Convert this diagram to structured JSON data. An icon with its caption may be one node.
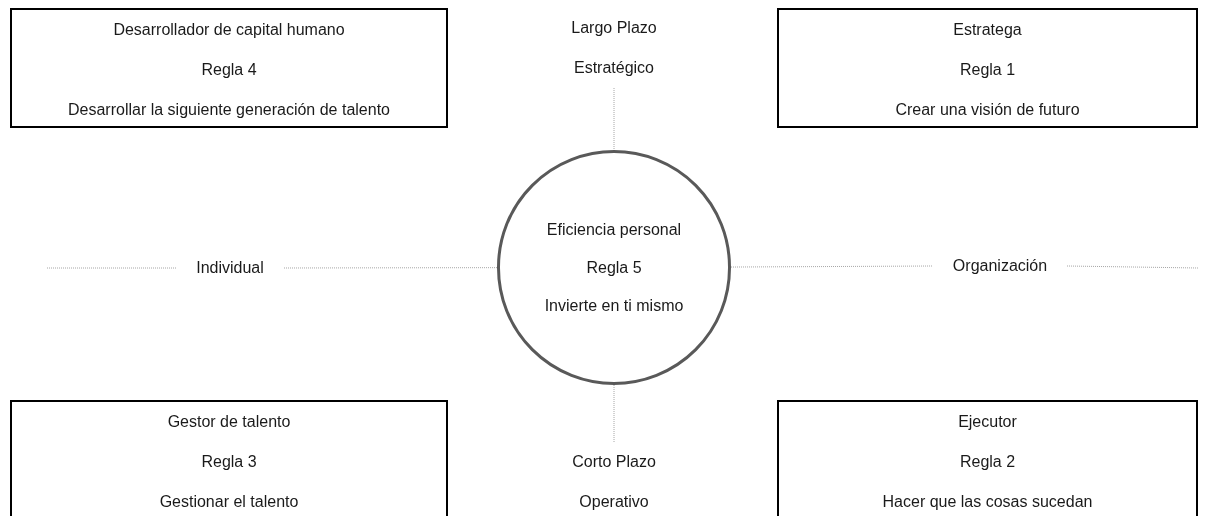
{
  "diagram": {
    "nodes": [
      {
        "text": [
          "Desarrollador de capital humano",
          "Regla 4",
          "Desarrollar la siguiente generación de talento"
        ]
      },
      {
        "text": [
          "Largo Plazo",
          "Estratégico"
        ]
      },
      {
        "text": [
          "Estratega",
          "Regla 1",
          "Crear una visión de futuro"
        ]
      },
      {
        "text": [
          "Individual"
        ]
      },
      {
        "text": [
          "Eficiencia personal",
          "Regla 5",
          "Invierte en ti mismo"
        ]
      },
      {
        "text": [
          "Organización"
        ]
      },
      {
        "text": [
          "Gestor de talento",
          "Regla 3",
          "Gestionar el talento"
        ]
      },
      {
        "text": [
          "Corto Plazo",
          "Operativo"
        ]
      },
      {
        "text": [
          "Ejecutor",
          "Regla 2",
          "Hacer que las cosas sucedan"
        ]
      }
    ],
    "edges": [
      {
        "from": 1,
        "to": 4,
        "arrow": "none"
      },
      {
        "from": null,
        "to": 3,
        "arrow": "none"
      },
      {
        "from": 3,
        "to": 4,
        "arrow": "none"
      },
      {
        "from": 4,
        "to": 5,
        "arrow": "none"
      },
      {
        "from": 5,
        "to": null,
        "arrow": "none"
      },
      {
        "from": 4,
        "to": 7,
        "arrow": "none"
      }
    ]
  }
}
